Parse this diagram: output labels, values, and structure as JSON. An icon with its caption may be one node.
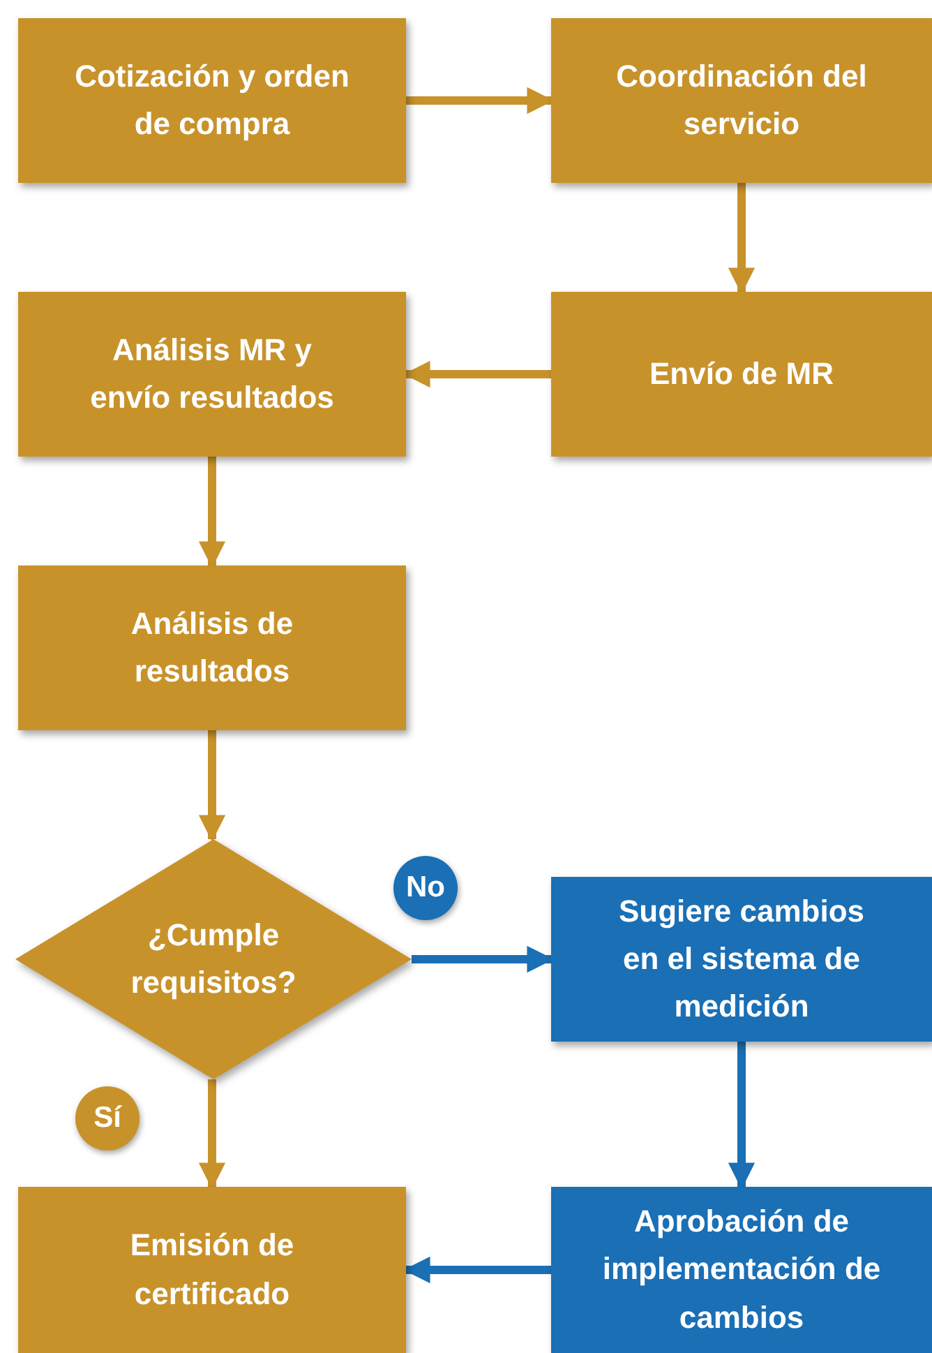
{
  "diagram": {
    "nodes": [
      {
        "text": [
          "Cotización y orden de compra"
        ]
      },
      {
        "text": [
          "Coordinación del servicio"
        ]
      },
      {
        "text": [
          "Envío de MR"
        ]
      },
      {
        "text": [
          "Análisis MR y envío resultados"
        ]
      },
      {
        "text": [
          "Análisis de resultados"
        ]
      },
      {
        "text": [
          "¿Cumple requisitos?"
        ]
      },
      {
        "text": [
          "Sugiere cambios en el sistema de medición"
        ]
      },
      {
        "text": [
          "Aprobación de implementación de cambios"
        ]
      },
      {
        "text": [
          "Emisión de certificado"
        ]
      }
    ],
    "edges": [
      {
        "from": 0,
        "to": 1,
        "arrow": "to"
      },
      {
        "from": 1,
        "to": 2,
        "arrow": "to"
      },
      {
        "from": 2,
        "to": 3,
        "arrow": "to"
      },
      {
        "from": 3,
        "to": 4,
        "arrow": "to"
      },
      {
        "from": 4,
        "to": 5,
        "arrow": "to"
      },
      {
        "from": 5,
        "to": 6,
        "arrow": "to",
        "label": "No",
        "color": "#1a6fb5"
      },
      {
        "from": 5,
        "to": 8,
        "arrow": "to",
        "label": "Sí"
      },
      {
        "from": 6,
        "to": 7,
        "arrow": "to",
        "color": "#1a6fb5"
      },
      {
        "from": 7,
        "to": 8,
        "arrow": "to",
        "color": "#1a6fb5"
      }
    ]
  }
}
